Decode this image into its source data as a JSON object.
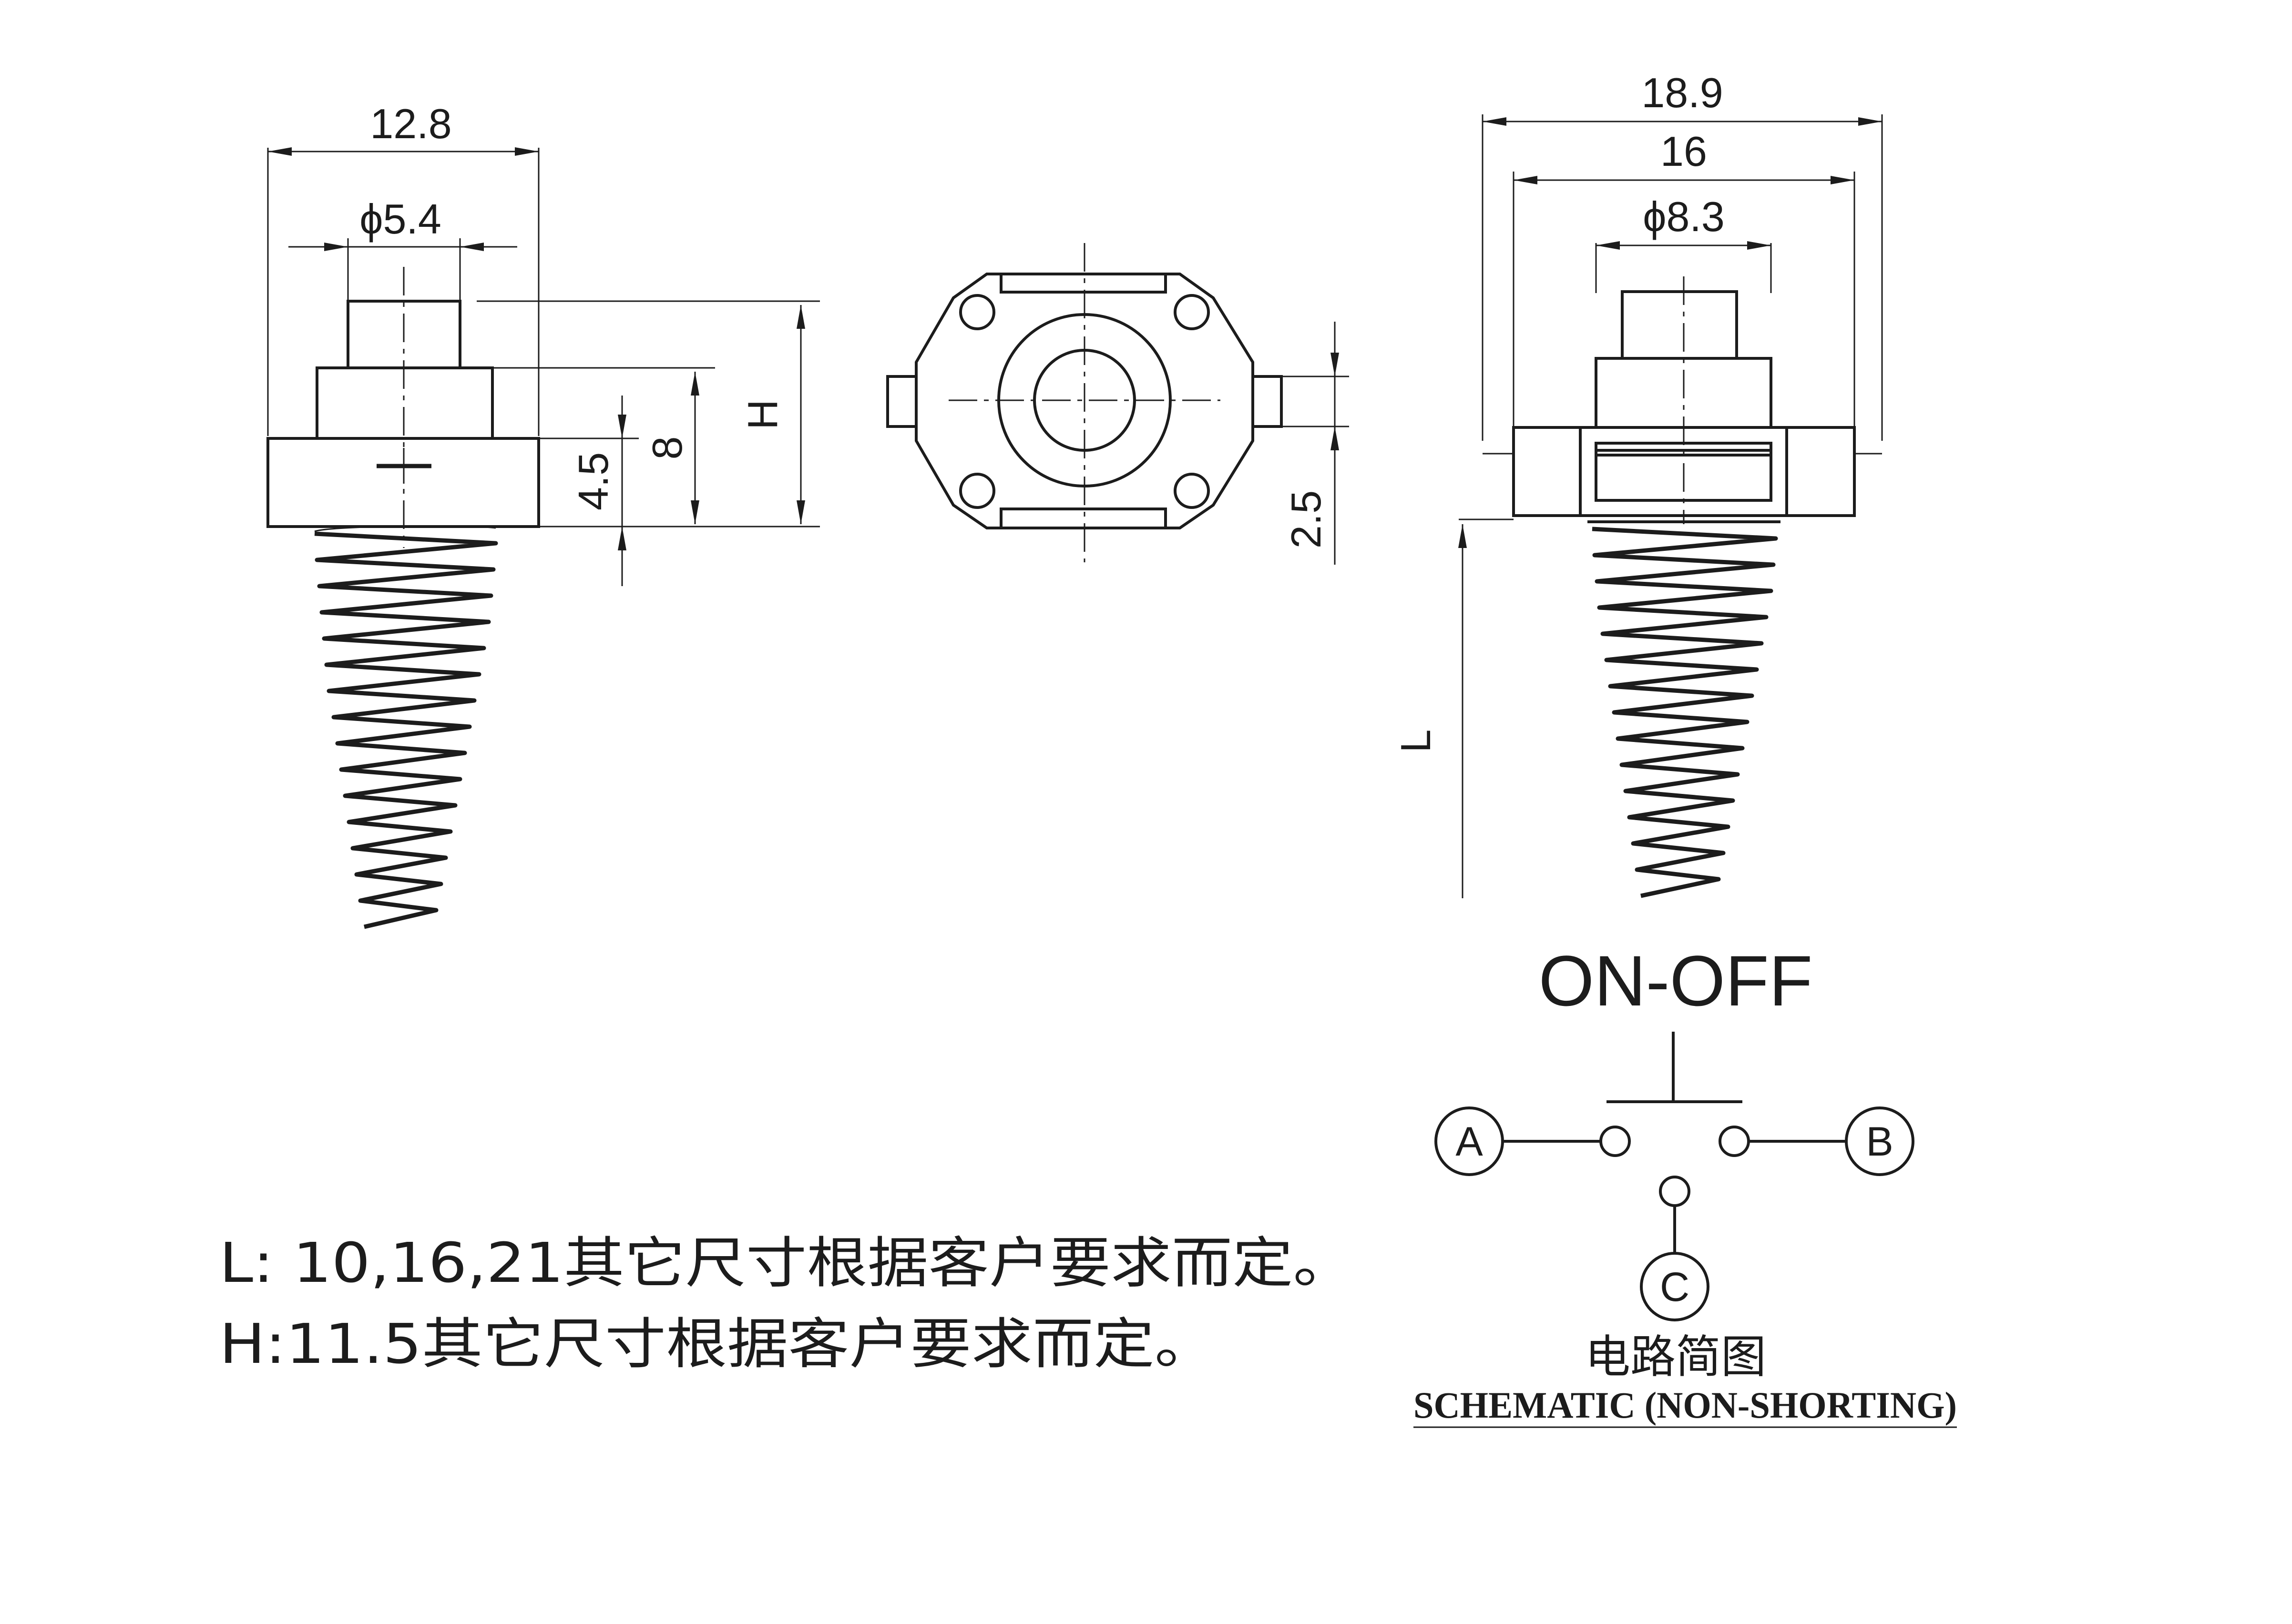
{
  "left_view": {
    "dim_width": "12.8",
    "dim_stem": "ϕ5.4",
    "dim_h": "H",
    "dim_8": "8",
    "dim_4_5": "4.5"
  },
  "middle_view": {
    "dim_2_5": "2.5"
  },
  "right_view": {
    "dim_18_9": "18.9",
    "dim_16": "16",
    "dim_stem": "ϕ8.3",
    "dim_l": "L"
  },
  "schematic": {
    "title": "ON-OFF",
    "terminal_a": "A",
    "terminal_b": "B",
    "terminal_c": "C",
    "caption_cn": "电路简图",
    "caption_en": "SCHEMATIC (NON-SHORTING)"
  },
  "notes": {
    "line1": "L: 10,16,21其它尺寸根据客户要求而定。",
    "line2": "H:11.5其它尺寸根据客户要求而定。"
  }
}
